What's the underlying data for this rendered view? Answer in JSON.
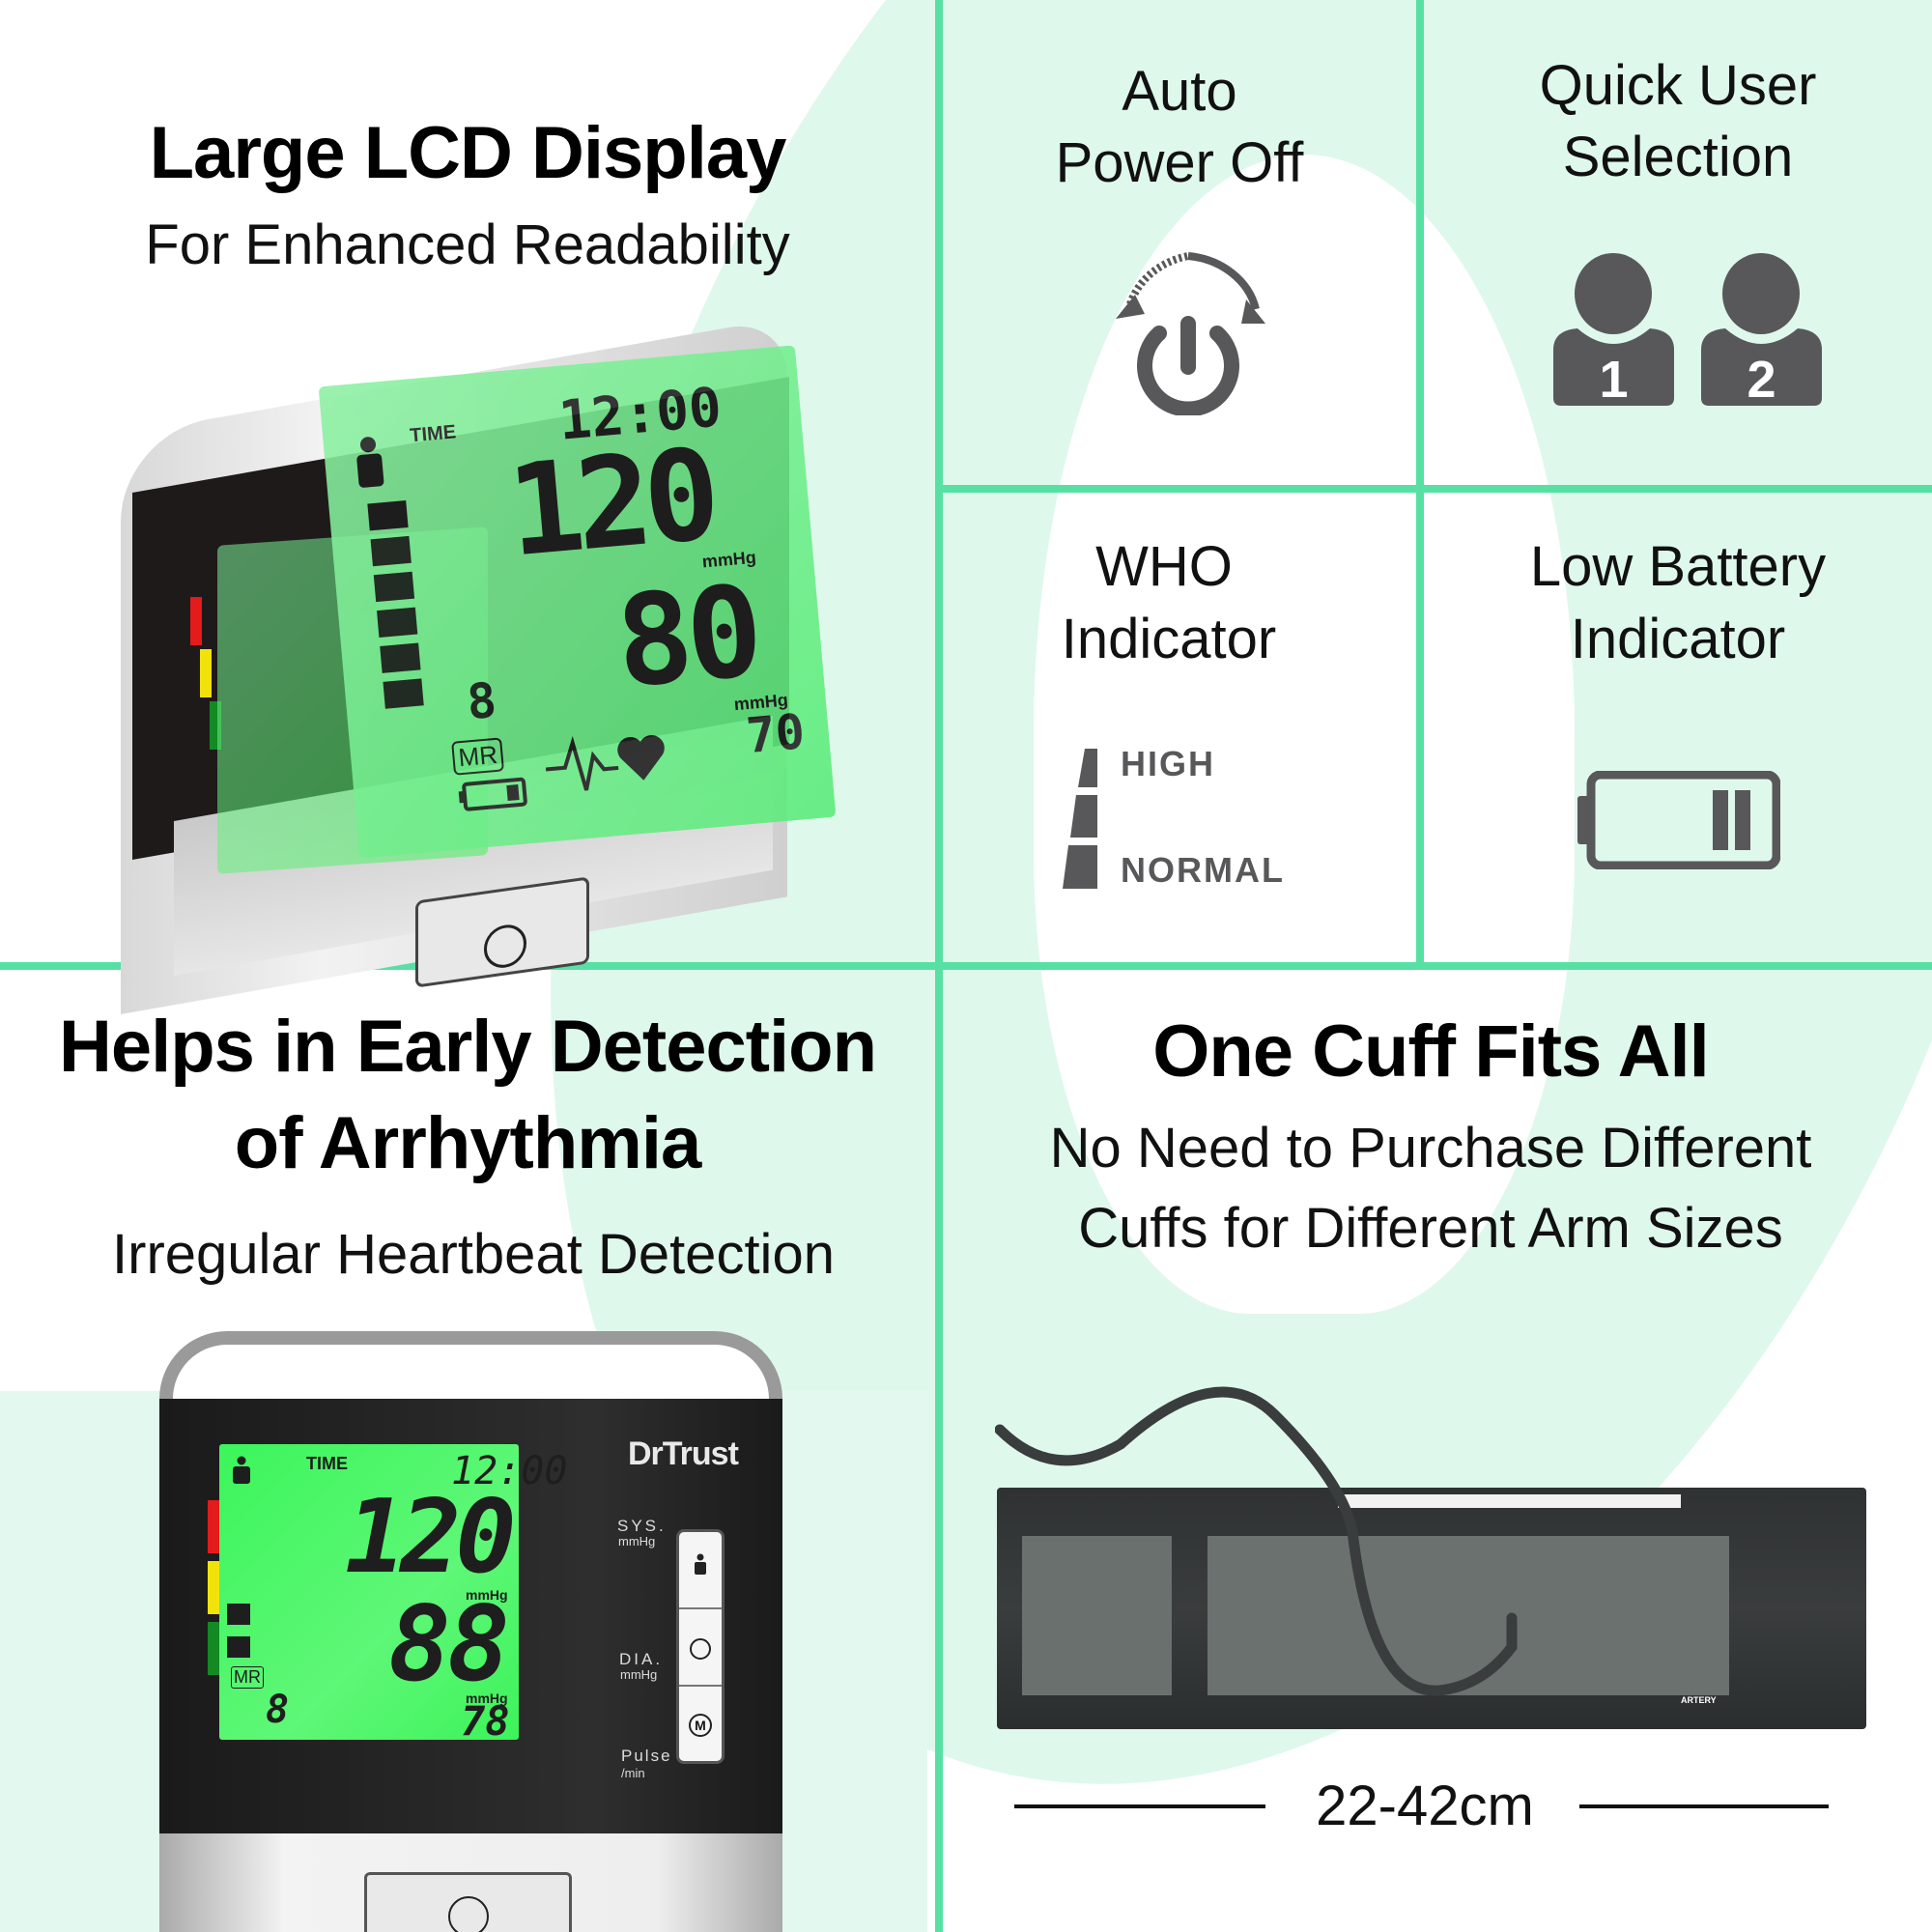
{
  "colors": {
    "divider": "#57e0a3",
    "background_tint": "#dff8ec",
    "icon_gray": "#58585a",
    "lcd_green": "#43f25a",
    "indicator_red": "#e31b1b",
    "indicator_yellow": "#f2e20c",
    "indicator_green": "#138a23"
  },
  "panels": {
    "lcd_display": {
      "title": "Large LCD Display",
      "subtitle": "For Enhanced Readability",
      "device": {
        "time_label": "TIME",
        "time": "12:00",
        "systolic": "120",
        "systolic_unit": "mmHg",
        "diastolic": "80",
        "diastolic_unit": "mmHg",
        "pulse": "70",
        "memory_digit": "8",
        "memory_label": "MR"
      }
    },
    "auto_power_off": {
      "line1": "Auto",
      "line2": "Power Off",
      "icon": "power-cycle-icon"
    },
    "quick_user": {
      "line1": "Quick User",
      "line2": "Selection",
      "users": [
        "1",
        "2"
      ],
      "icon": "user-icon"
    },
    "who_indicator": {
      "line1": "WHO",
      "line2": "Indicator",
      "high_label": "HIGH",
      "normal_label": "NORMAL",
      "icon": "who-scale-icon"
    },
    "low_battery": {
      "line1": "Low Battery",
      "line2": "Indicator",
      "icon": "battery-low-icon"
    },
    "arrhythmia": {
      "title_line1": "Helps in Early Detection",
      "title_line2": "of Arrhythmia",
      "subtitle": "Irregular Heartbeat Detection",
      "device": {
        "brand": "DrTrust",
        "time_label": "TIME",
        "time": "12:00",
        "systolic": "120",
        "sys_label": "SYS.",
        "sys_unit": "mmHg",
        "diastolic": "88",
        "dia_label": "DIA.",
        "dia_unit": "mmHg",
        "pulse": "78",
        "pulse_label": "Pulse",
        "pulse_unit": "/min",
        "memory_label": "MR",
        "memory_digit": "8",
        "lcd_mmhg_1": "mmHg",
        "lcd_mmhg_2": "mmHg"
      }
    },
    "cuff": {
      "title": "One Cuff Fits All",
      "subtitle_line1": "No Need to Purchase Different",
      "subtitle_line2": "Cuffs for Different Arm Sizes",
      "size_range": "22-42cm",
      "tag_label": "ARTERY"
    }
  }
}
